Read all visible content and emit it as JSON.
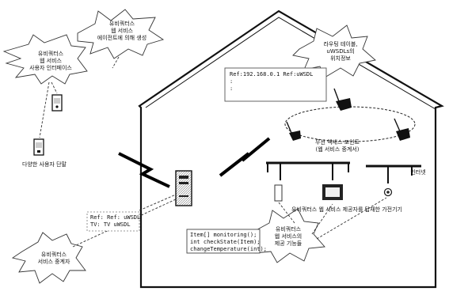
{
  "figure": {
    "burst_client_ui": "유비쿼터스\n웹 서비스\n사용자 인터페이스",
    "burst_agent": "유비쿼터스\n웹 서비스\n에이전트에 의해 생성",
    "burst_routing": "라우팅 테이블,\nuWSDLs의\n위치정보",
    "routing_box": "Ref:192.168.0.1 Ref:uWSDL\n:\n:",
    "access_point_label": "무선 엑세스 포인트\n(웹 서비스 중계서)",
    "user_terminals_label": "다양한 사용자 단말",
    "internet_label": "인터넷",
    "appliances_label": "유비쿼터스 웹 서비스 제공자를 탑재한 가전기기",
    "gateway_refs": "Ref: Ref: uWSDL\nTV: TV uWSDL",
    "gateway_caption": "유비쿼터스\n서비스 중계자",
    "code_box": "Item[] monitoring();\nint checkState(Item);\nchangeTemperature(int);",
    "burst_function": "유비쿼터스\n웹 서비스의\n제공 기능들"
  }
}
